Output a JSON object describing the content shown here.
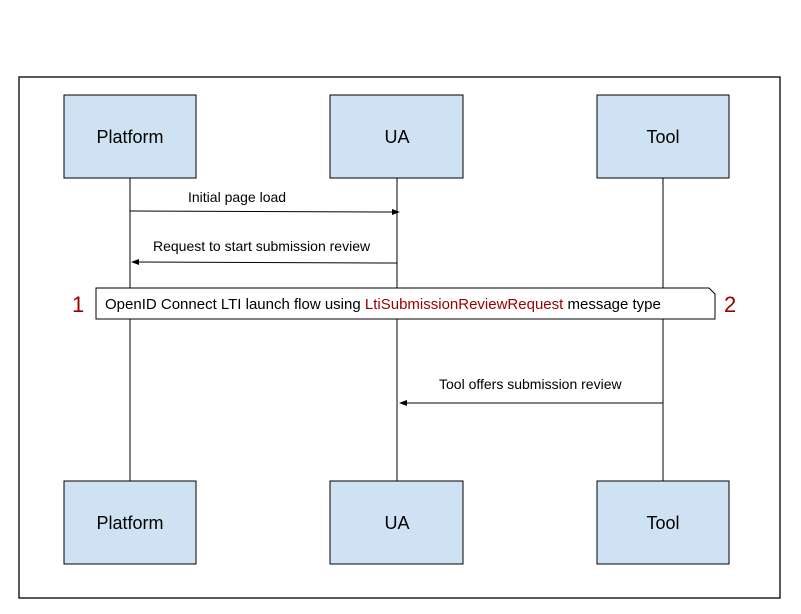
{
  "participants": {
    "platform": "Platform",
    "ua": "UA",
    "tool": "Tool"
  },
  "messages": {
    "initial_page_load": "Initial page load",
    "request_start_review": "Request to start submission review",
    "tool_offers_review": "Tool offers submission review"
  },
  "launch_flow": {
    "text_before": "OpenID Connect LTI launch flow using ",
    "highlight": "LtiSubmissionReviewRequest",
    "text_after": " message type",
    "highlight_color": "#990000"
  },
  "markers": {
    "left": "1",
    "right": "2"
  },
  "colors": {
    "participant_fill": "#cfe2f3",
    "marker": "#990000"
  }
}
